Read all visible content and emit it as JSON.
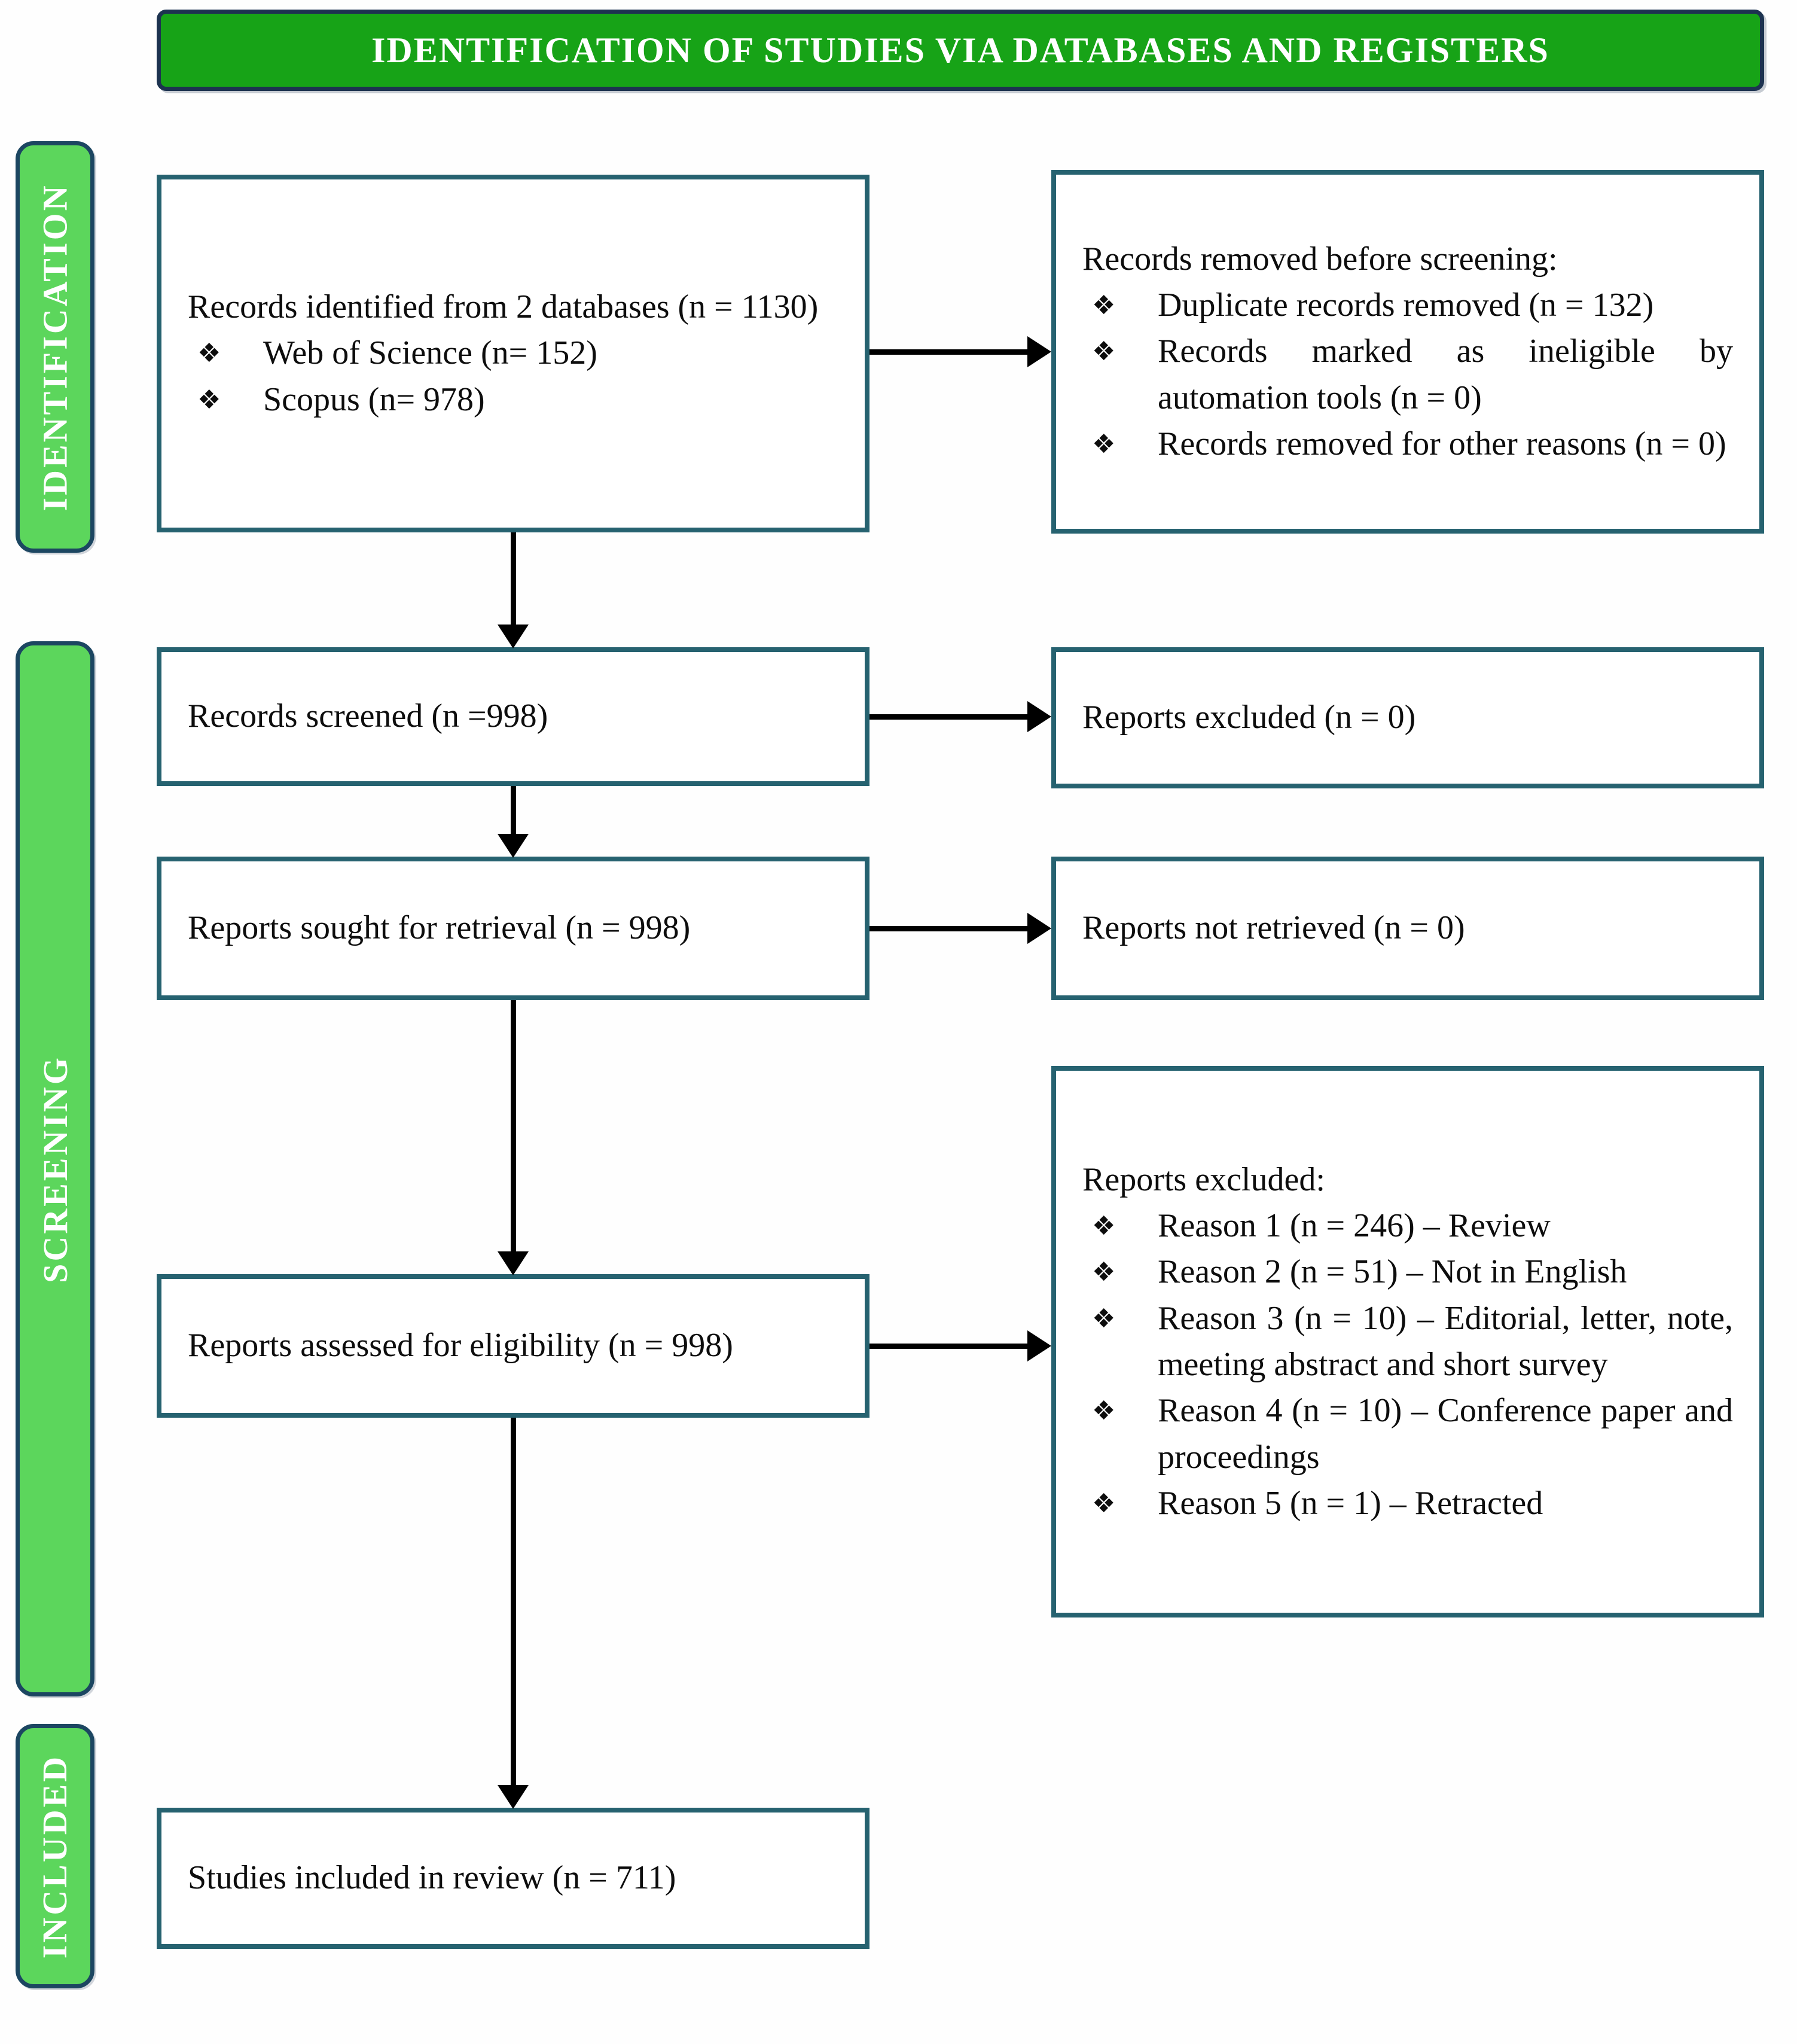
{
  "header": {
    "title": "IDENTIFICATION OF STUDIES VIA DATABASES AND REGISTERS"
  },
  "stages": [
    {
      "label": "IDENTIFICATION"
    },
    {
      "label": "SCREENING"
    },
    {
      "label": "INCLUDED"
    }
  ],
  "bullet_glyph": "❖",
  "boxes": {
    "identified": {
      "text": "Records identified from 2 databases (n = 1130)",
      "bullets": [
        "Web of Science (n= 152)",
        "Scopus (n= 978)"
      ]
    },
    "removed_before_screening": {
      "title": "Records removed before screening:",
      "bullets": [
        "Duplicate records removed (n = 132)",
        "Records marked as ineligible by automation tools (n = 0)",
        "Records removed for other reasons (n = 0)"
      ]
    },
    "screened": {
      "text": "Records screened (n =998)"
    },
    "reports_excluded_screening": {
      "text": "Reports excluded (n = 0)"
    },
    "sought": {
      "text": "Reports sought for retrieval (n = 998)"
    },
    "not_retrieved": {
      "text": "Reports not retrieved (n = 0)"
    },
    "assessed": {
      "text": "Reports assessed for eligibility (n = 998)"
    },
    "reports_excluded_eligibility": {
      "title": "Reports excluded:",
      "bullets": [
        "Reason 1 (n = 246) – Review",
        "Reason 2 (n = 51) – Not in English",
        "Reason 3 (n = 10) – Editorial, letter, note, meeting abstract and short survey",
        "Reason 4 (n = 10) – Conference paper and proceedings",
        "Reason 5 (n = 1) – Retracted"
      ]
    },
    "included": {
      "text": "Studies included in review (n = 711)"
    }
  },
  "colors": {
    "banner_green": "#17a317",
    "stage_green": "#5cd65c",
    "banner_border": "#1d3350",
    "stage_border": "#1c4661",
    "box_border": "#266270",
    "arrow": "#000000",
    "text": "#0d0d0d",
    "label_text": "#ffffff"
  }
}
